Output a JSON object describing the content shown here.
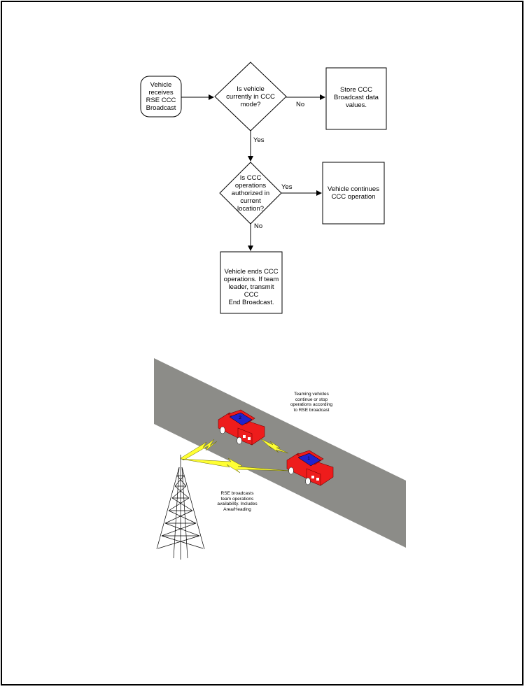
{
  "flowchart": {
    "start": "Vehicle\nreceives\nRSE CCC\nBroadcast",
    "decision_mode": "Is vehicle\ncurrently in CCC\nmode?",
    "store_values": "Store CCC\nBroadcast data\nvalues.",
    "decision_authorized": "Is CCC\noperations\nauthorized in\ncurrent\nlocation?",
    "continue_operation": "Vehicle continues\nCCC operation",
    "end_operation": "Vehicle ends CCC\noperations. If team\nleader, transmit CCC\nEnd Broadcast.",
    "edge_no_1": "No",
    "edge_yes_1": "Yes",
    "edge_yes_2": "Yes",
    "edge_no_2": "No"
  },
  "illustration": {
    "teaming_note": "Teaming vehicles\ncontinue or stop\noperations according\nto RSE broadcast",
    "rse_note": "RSE broadcasts\nteam operations\navailability. Includes\nArea/Heading",
    "car_1_number": "2",
    "car_2_number": "1",
    "colors": {
      "road": "#8c8c88",
      "car_body": "#ee1c1c",
      "car_cabin": "#2222cc",
      "signal": "#ffff33"
    }
  }
}
